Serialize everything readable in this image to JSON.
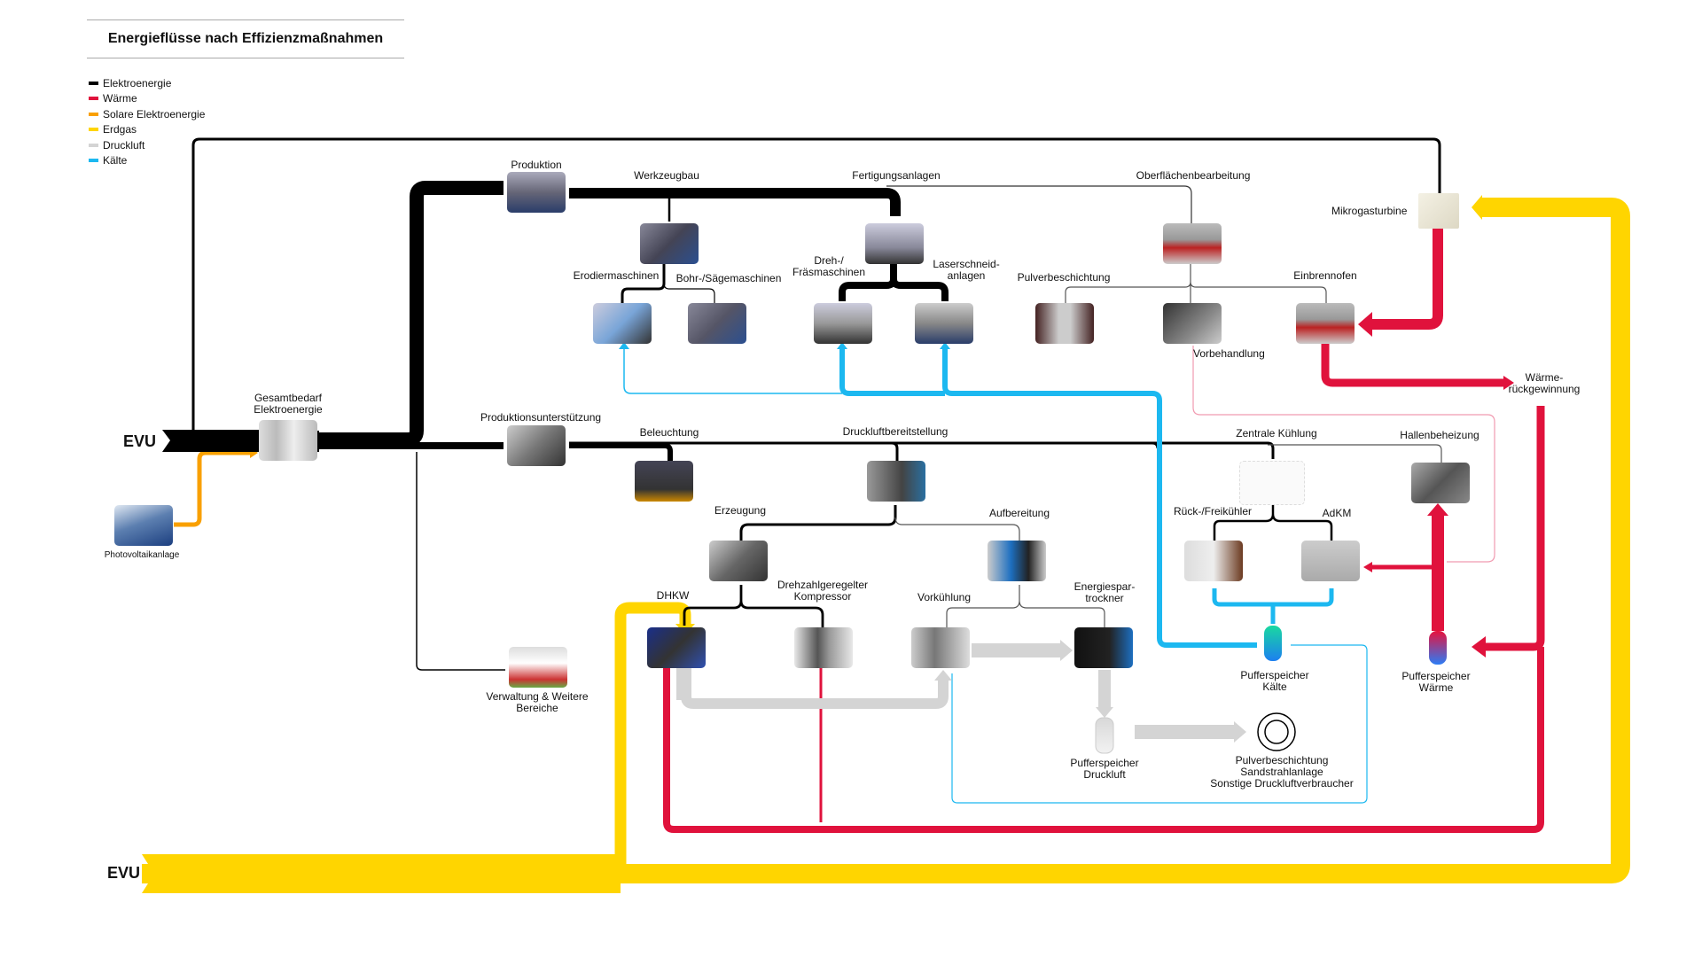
{
  "title": "Energieflüsse nach Effizienzmaßnahmen",
  "legend": [
    {
      "label": "Elektroenergie",
      "color": "#000000"
    },
    {
      "label": "Wärme",
      "color": "#e0123c"
    },
    {
      "label": "Solare Elektroenergie",
      "color": "#f9a000"
    },
    {
      "label": "Erdgas",
      "color": "#ffd500"
    },
    {
      "label": "Druckluft",
      "color": "#d4d4d4"
    },
    {
      "label": "Kälte",
      "color": "#1cb8f0"
    }
  ],
  "sources": {
    "evu_electric": "EVU",
    "evu_gas": "EVU",
    "photovoltaik": "Photovoltaikanlage"
  },
  "nodes": {
    "gesamtbedarf": "Gesamtbedarf\nElektroenergie",
    "produktion": "Produktion",
    "werkzeugbau": "Werkzeugbau",
    "fertigungsanlagen": "Fertigungsanlagen",
    "oberflaechen": "Oberflächenbearbeitung",
    "erodier": "Erodiermaschinen",
    "bohr": "Bohr-/Sägemaschinen",
    "dreh_line1": "Dreh-/",
    "dreh_line2": "Fräsmaschinen",
    "laser_line1": "Laserschneid-",
    "laser_line2": "anlagen",
    "pulver": "Pulverbeschichtung",
    "einbrenn": "Einbrennofen",
    "vorbehandlung": "Vorbehandlung",
    "mikrogas": "Mikrogasturbine",
    "waerme_rg_line1": "Wärme-",
    "waerme_rg_line2": "rückgewinnung",
    "prod_unterst": "Produktionsunterstützung",
    "beleuchtung": "Beleuchtung",
    "druckluft_bereit": "Druckluftbereitstellung",
    "zentrale_kuehlung": "Zentrale Kühlung",
    "hallenbeheizung": "Hallenbeheizung",
    "erzeugung": "Erzeugung",
    "aufbereitung": "Aufbereitung",
    "rueck_frei": "Rück-/Freikühler",
    "adkm": "AdKM",
    "dhkw": "DHKW",
    "drehzahl_line1": "Drehzahlgeregelter",
    "drehzahl_line2": "Kompressor",
    "vorkuehlung": "Vorkühlung",
    "energiespar_line1": "Energiespar-",
    "energiespar_line2": "trockner",
    "verwaltung_line1": "Verwaltung & Weitere",
    "verwaltung_line2": "Bereiche",
    "ps_kaelte_line1": "Pufferspeicher",
    "ps_kaelte_line2": "Kälte",
    "ps_waerme_line1": "Pufferspeicher",
    "ps_waerme_line2": "Wärme",
    "ps_druckluft_line1": "Pufferspeicher",
    "ps_druckluft_line2": "Druckluft",
    "verbraucher_line1": "Pulverbeschichtung",
    "verbraucher_line2": "Sandstrahlanlage",
    "verbraucher_line3": "Sonstige Druckluftverbraucher"
  }
}
